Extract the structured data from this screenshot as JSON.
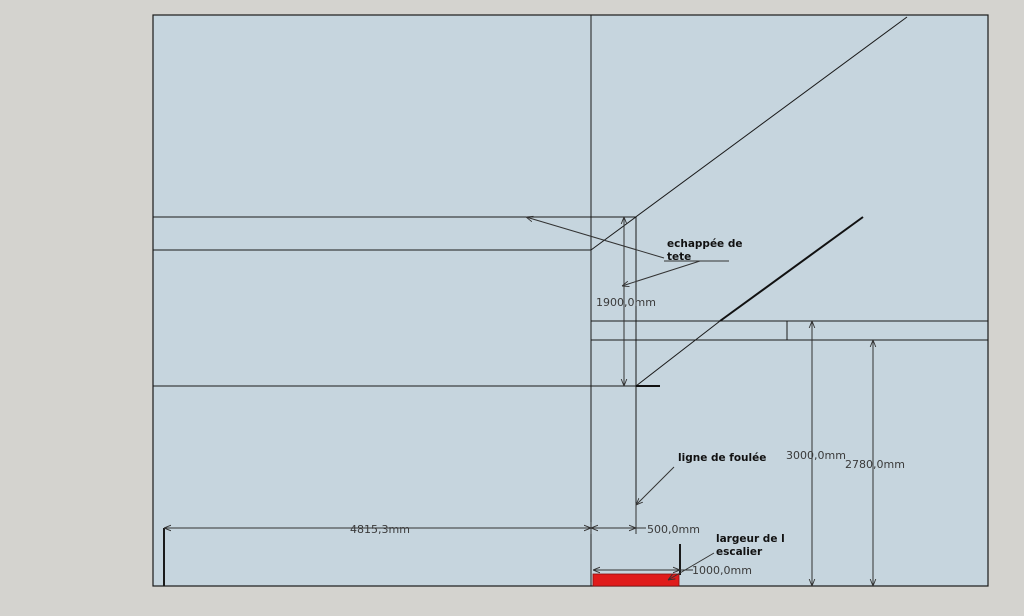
{
  "colors": {
    "background": "#d4d3cf",
    "drawing_area": "#c6d5de",
    "line": "#1a1a1a",
    "dimension": "#333333",
    "stair_highlight": "#e01b1b"
  },
  "dimensions": {
    "headroom": "1900,0mm",
    "left_width": "4815,3mm",
    "walking_line_offset": "500,0mm",
    "stair_width": "1000,0mm",
    "height_upper": "3000,0mm",
    "height_lower": "2780,0mm"
  },
  "annotations": {
    "headroom_label_line1": "echappée de",
    "headroom_label_line2": "tete",
    "walking_line_label": "ligne de foulée",
    "stair_width_label_line1": "largeur de l",
    "stair_width_label_line2": "escalier"
  }
}
